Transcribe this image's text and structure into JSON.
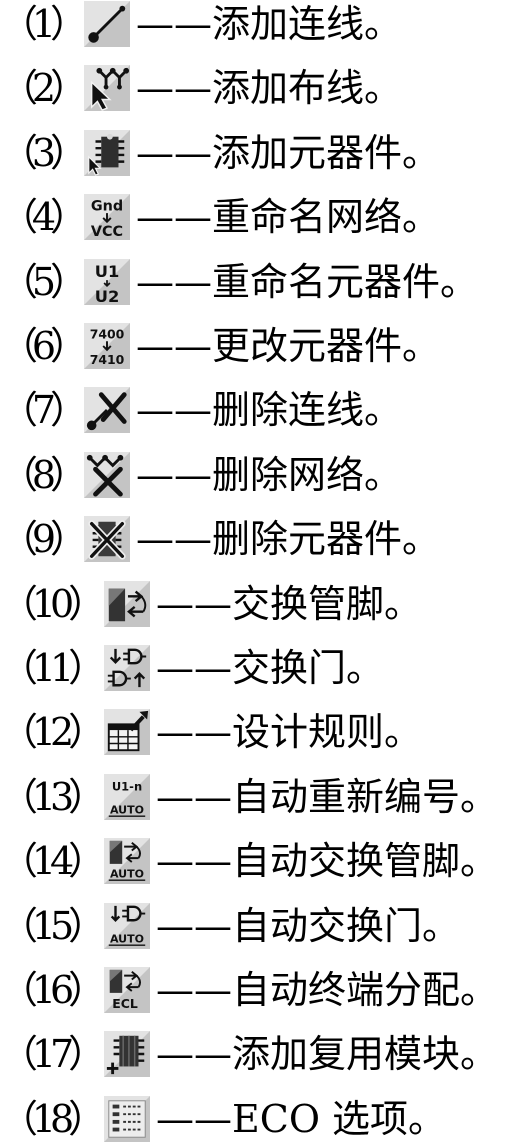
{
  "items": [
    {
      "number": "（1）",
      "label": "——添加连线。",
      "icon": "add-connection-icon"
    },
    {
      "number": "（2）",
      "label": "——添加布线。",
      "icon": "add-route-icon"
    },
    {
      "number": "（3）",
      "label": "——添加元器件。",
      "icon": "add-component-icon"
    },
    {
      "number": "（4）",
      "label": "——重命名网络。",
      "icon": "rename-net-icon",
      "icon_text": [
        "Gnd",
        "VCC"
      ]
    },
    {
      "number": "（5）",
      "label": "——重命名元器件。",
      "icon": "rename-component-icon",
      "icon_text": [
        "U1",
        "U2"
      ]
    },
    {
      "number": "（6）",
      "label": "——更改元器件。",
      "icon": "change-component-icon",
      "icon_text": [
        "7400",
        "7410"
      ]
    },
    {
      "number": "（7）",
      "label": "——删除连线。",
      "icon": "delete-connection-icon"
    },
    {
      "number": "（8）",
      "label": "——删除网络。",
      "icon": "delete-net-icon"
    },
    {
      "number": "（9）",
      "label": "——删除元器件。",
      "icon": "delete-component-icon"
    },
    {
      "number": "（10）",
      "label": "——交换管脚。",
      "icon": "swap-pins-icon"
    },
    {
      "number": "（11）",
      "label": "——交换门。",
      "icon": "swap-gates-icon"
    },
    {
      "number": "（12）",
      "label": "——设计规则。",
      "icon": "design-rules-icon"
    },
    {
      "number": "（13）",
      "label": "——自动重新编号。",
      "icon": "auto-renumber-icon",
      "icon_text": [
        "U1-n",
        "AUTO"
      ]
    },
    {
      "number": "（14）",
      "label": "——自动交换管脚。",
      "icon": "auto-swap-pins-icon",
      "icon_text": [
        "AUTO"
      ]
    },
    {
      "number": "（15）",
      "label": "——自动交换门。",
      "icon": "auto-swap-gates-icon",
      "icon_text": [
        "AUTO"
      ]
    },
    {
      "number": "（16）",
      "label": "——自动终端分配。",
      "icon": "auto-terminal-assign-icon",
      "icon_text": [
        "ECL"
      ]
    },
    {
      "number": "（17）",
      "label": "——添加复用模块。",
      "icon": "add-reuse-block-icon"
    },
    {
      "number": "（18）",
      "label": "——ECO 选项。",
      "icon": "eco-options-icon"
    }
  ],
  "colors": {
    "text": "#000000",
    "icon_bg": "#c4c4c4",
    "icon_light": "#e3e3e3",
    "icon_ink": "#111111"
  }
}
